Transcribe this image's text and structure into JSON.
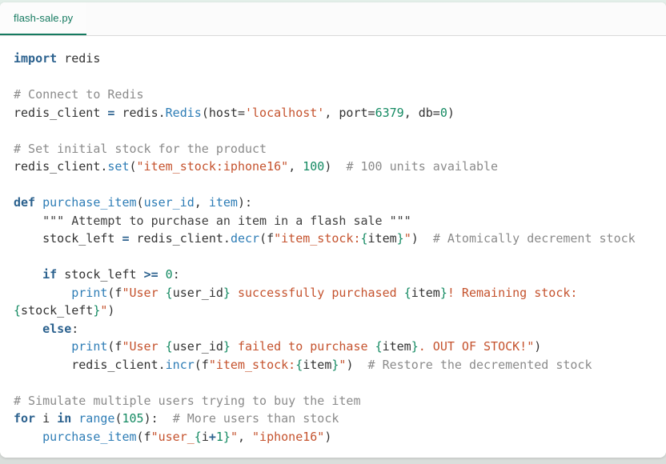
{
  "tab": {
    "label": "flash-sale.py"
  },
  "colors": {
    "accent_teal": "#157a60",
    "keyword": "#2b618e",
    "function": "#2e7db6",
    "string": "#c5532e",
    "number_and_brace": "#148a62",
    "comment": "#8b8b8b",
    "docstring": "#404040",
    "plain": "#333333",
    "tab_bar_bg": "#fbfbfb",
    "tab_bar_border": "#d9d9d9",
    "card_bg": "#ffffff"
  },
  "code": {
    "language": "python",
    "lines": [
      [
        {
          "t": "import",
          "c": "k"
        },
        {
          "t": " redis",
          "c": "p"
        }
      ],
      [],
      [
        {
          "t": "# Connect to Redis",
          "c": "c"
        }
      ],
      [
        {
          "t": "redis_client ",
          "c": "p"
        },
        {
          "t": "=",
          "c": "k"
        },
        {
          "t": " redis.",
          "c": "p"
        },
        {
          "t": "Redis",
          "c": "f"
        },
        {
          "t": "(host=",
          "c": "p"
        },
        {
          "t": "'localhost'",
          "c": "s"
        },
        {
          "t": ", port=",
          "c": "p"
        },
        {
          "t": "6379",
          "c": "n"
        },
        {
          "t": ", db=",
          "c": "p"
        },
        {
          "t": "0",
          "c": "n"
        },
        {
          "t": ")",
          "c": "p"
        }
      ],
      [],
      [
        {
          "t": "# Set initial stock for the product",
          "c": "c"
        }
      ],
      [
        {
          "t": "redis_client.",
          "c": "p"
        },
        {
          "t": "set",
          "c": "f"
        },
        {
          "t": "(",
          "c": "p"
        },
        {
          "t": "\"item_stock:iphone16\"",
          "c": "s"
        },
        {
          "t": ", ",
          "c": "p"
        },
        {
          "t": "100",
          "c": "n"
        },
        {
          "t": ")  ",
          "c": "p"
        },
        {
          "t": "# 100 units available",
          "c": "c"
        }
      ],
      [],
      [
        {
          "t": "def",
          "c": "k"
        },
        {
          "t": " ",
          "c": "p"
        },
        {
          "t": "purchase_item",
          "c": "f"
        },
        {
          "t": "(",
          "c": "p"
        },
        {
          "t": "user_id",
          "c": "f"
        },
        {
          "t": ", ",
          "c": "p"
        },
        {
          "t": "item",
          "c": "f"
        },
        {
          "t": "):",
          "c": "p"
        }
      ],
      [
        {
          "t": "    ",
          "c": "p"
        },
        {
          "t": "\"\"\" Attempt to purchase an item in a flash sale \"\"\"",
          "c": "d"
        }
      ],
      [
        {
          "t": "    stock_left ",
          "c": "p"
        },
        {
          "t": "=",
          "c": "k"
        },
        {
          "t": " redis_client.",
          "c": "p"
        },
        {
          "t": "decr",
          "c": "f"
        },
        {
          "t": "(f",
          "c": "p"
        },
        {
          "t": "\"item_stock:",
          "c": "s"
        },
        {
          "t": "{",
          "c": "n"
        },
        {
          "t": "item",
          "c": "p"
        },
        {
          "t": "}",
          "c": "n"
        },
        {
          "t": "\"",
          "c": "s"
        },
        {
          "t": ")  ",
          "c": "p"
        },
        {
          "t": "# Atomically decrement stock",
          "c": "c"
        }
      ],
      [],
      [
        {
          "t": "    ",
          "c": "p"
        },
        {
          "t": "if",
          "c": "k"
        },
        {
          "t": " stock_left ",
          "c": "p"
        },
        {
          "t": ">=",
          "c": "k"
        },
        {
          "t": " ",
          "c": "p"
        },
        {
          "t": "0",
          "c": "n"
        },
        {
          "t": ":",
          "c": "p"
        }
      ],
      [
        {
          "t": "        ",
          "c": "p"
        },
        {
          "t": "print",
          "c": "f"
        },
        {
          "t": "(f",
          "c": "p"
        },
        {
          "t": "\"User ",
          "c": "s"
        },
        {
          "t": "{",
          "c": "n"
        },
        {
          "t": "user_id",
          "c": "p"
        },
        {
          "t": "}",
          "c": "n"
        },
        {
          "t": " successfully purchased ",
          "c": "s"
        },
        {
          "t": "{",
          "c": "n"
        },
        {
          "t": "item",
          "c": "p"
        },
        {
          "t": "}",
          "c": "n"
        },
        {
          "t": "! Remaining stock: ",
          "c": "s"
        },
        {
          "t": "{",
          "c": "n"
        },
        {
          "t": "stock_left",
          "c": "p"
        },
        {
          "t": "}",
          "c": "n"
        },
        {
          "t": "\"",
          "c": "s"
        },
        {
          "t": ")",
          "c": "p"
        }
      ],
      [
        {
          "t": "    ",
          "c": "p"
        },
        {
          "t": "else",
          "c": "k"
        },
        {
          "t": ":",
          "c": "p"
        }
      ],
      [
        {
          "t": "        ",
          "c": "p"
        },
        {
          "t": "print",
          "c": "f"
        },
        {
          "t": "(f",
          "c": "p"
        },
        {
          "t": "\"User ",
          "c": "s"
        },
        {
          "t": "{",
          "c": "n"
        },
        {
          "t": "user_id",
          "c": "p"
        },
        {
          "t": "}",
          "c": "n"
        },
        {
          "t": " failed to purchase ",
          "c": "s"
        },
        {
          "t": "{",
          "c": "n"
        },
        {
          "t": "item",
          "c": "p"
        },
        {
          "t": "}",
          "c": "n"
        },
        {
          "t": ". OUT OF STOCK!\"",
          "c": "s"
        },
        {
          "t": ")",
          "c": "p"
        }
      ],
      [
        {
          "t": "        redis_client.",
          "c": "p"
        },
        {
          "t": "incr",
          "c": "f"
        },
        {
          "t": "(f",
          "c": "p"
        },
        {
          "t": "\"item_stock:",
          "c": "s"
        },
        {
          "t": "{",
          "c": "n"
        },
        {
          "t": "item",
          "c": "p"
        },
        {
          "t": "}",
          "c": "n"
        },
        {
          "t": "\"",
          "c": "s"
        },
        {
          "t": ")  ",
          "c": "p"
        },
        {
          "t": "# Restore the decremented stock",
          "c": "c"
        }
      ],
      [],
      [
        {
          "t": "# Simulate multiple users trying to buy the item",
          "c": "c"
        }
      ],
      [
        {
          "t": "for",
          "c": "k"
        },
        {
          "t": " i ",
          "c": "p"
        },
        {
          "t": "in",
          "c": "k"
        },
        {
          "t": " ",
          "c": "p"
        },
        {
          "t": "range",
          "c": "f"
        },
        {
          "t": "(",
          "c": "p"
        },
        {
          "t": "105",
          "c": "n"
        },
        {
          "t": "):  ",
          "c": "p"
        },
        {
          "t": "# More users than stock",
          "c": "c"
        }
      ],
      [
        {
          "t": "    ",
          "c": "p"
        },
        {
          "t": "purchase_item",
          "c": "f"
        },
        {
          "t": "(f",
          "c": "p"
        },
        {
          "t": "\"user_",
          "c": "s"
        },
        {
          "t": "{",
          "c": "n"
        },
        {
          "t": "i",
          "c": "p"
        },
        {
          "t": "+",
          "c": "k"
        },
        {
          "t": "1",
          "c": "n"
        },
        {
          "t": "}",
          "c": "n"
        },
        {
          "t": "\"",
          "c": "s"
        },
        {
          "t": ", ",
          "c": "p"
        },
        {
          "t": "\"iphone16\"",
          "c": "s"
        },
        {
          "t": ")",
          "c": "p"
        }
      ]
    ]
  }
}
